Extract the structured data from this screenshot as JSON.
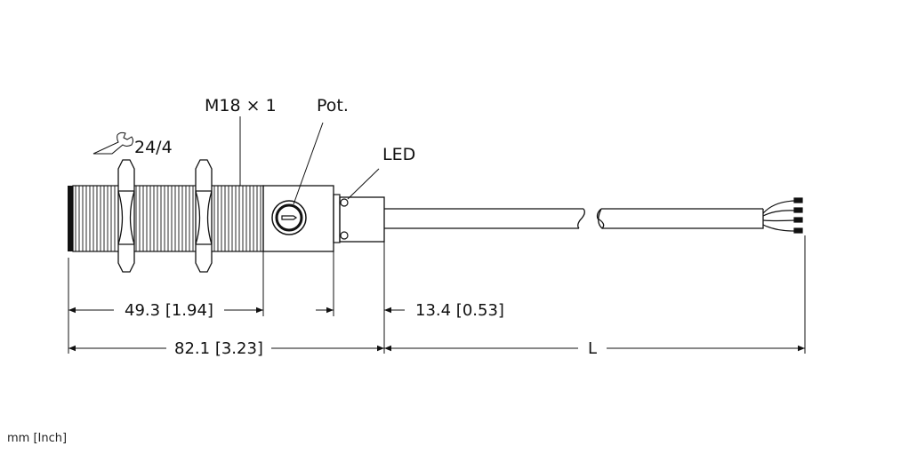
{
  "labels": {
    "thread": "M18 × 1",
    "potentiometer": "Pot.",
    "led": "LED",
    "wrench_size": "24/4"
  },
  "dimensions": {
    "thread_length": "49.3 [1.94]",
    "connector_length": "13.4 [0.53]",
    "total_length": "82.1 [3.23]",
    "cable_length": "L"
  },
  "units_note": "mm [Inch]",
  "colors": {
    "line": "#111111",
    "background": "#ffffff"
  }
}
